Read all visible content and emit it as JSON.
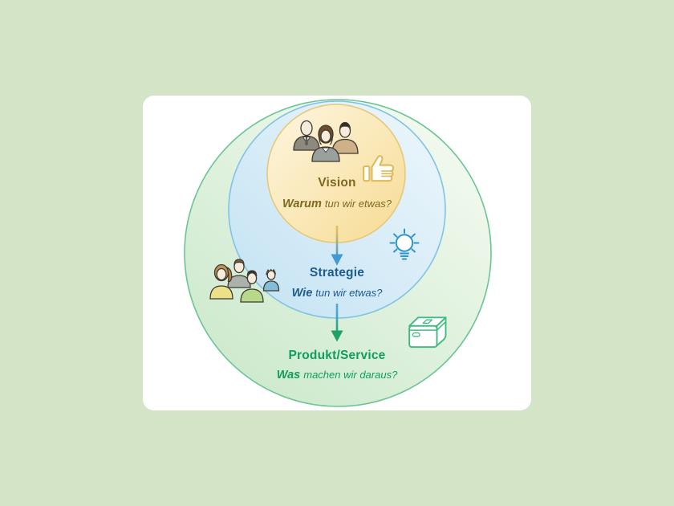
{
  "page": {
    "background_color": "#d3e5c6",
    "card_background": "#ffffff"
  },
  "diagram": {
    "levels": [
      {
        "id": "vision",
        "title": "Vision",
        "question_word": "Warum",
        "question_rest": "tun wir etwas?",
        "text_color": "#7c6a1e",
        "circle_fill_start": "#fdf6e0",
        "circle_fill_end": "#f7db93",
        "circle_border": "#e7c77a"
      },
      {
        "id": "strategie",
        "title": "Strategie",
        "question_word": "Wie",
        "question_rest": "tun wir etwas?",
        "text_color": "#1c5c8e",
        "circle_fill_start": "#eef7fc",
        "circle_fill_end": "#c2e2f3",
        "circle_border": "#82c2e6"
      },
      {
        "id": "produkt-service",
        "title": "Produkt/Service",
        "question_word": "Was",
        "question_rest": "machen wir daraus?",
        "text_color": "#109e5f",
        "circle_fill_start": "#f6fbf2",
        "circle_fill_end": "#c9e8ca",
        "circle_border": "#6cc494"
      }
    ],
    "arrows": [
      {
        "from": "vision",
        "to": "strategie",
        "start_color": "#dcbd62",
        "end_color": "#3e9ad0"
      },
      {
        "from": "strategie",
        "to": "produkt-service",
        "start_color": "#54a8d9",
        "end_color": "#1ea266"
      }
    ],
    "icons": [
      {
        "name": "business-team-icon",
        "depicts": "three business people"
      },
      {
        "name": "thumbs-up-icon",
        "depicts": "thumbs up",
        "color": "#dcba5e"
      },
      {
        "name": "light-bulb-icon",
        "depicts": "light bulb with rays",
        "color": "#2e95c9"
      },
      {
        "name": "casual-team-icon",
        "depicts": "four casual people"
      },
      {
        "name": "package-icon",
        "depicts": "parcel box",
        "color": "#42bb82"
      }
    ]
  }
}
